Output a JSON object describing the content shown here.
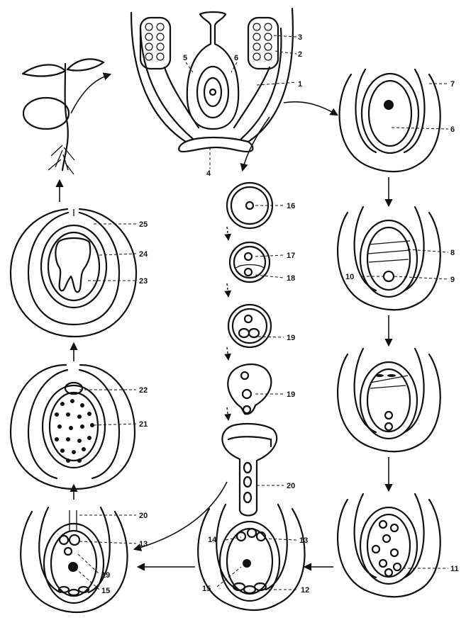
{
  "labels": {
    "l1": "1",
    "l2": "2",
    "l3": "3",
    "l4": "4",
    "l5": "5",
    "l6a": "6",
    "l6b": "6",
    "l7": "7",
    "l8": "8",
    "l9": "9",
    "l10": "10",
    "l11": "11",
    "l12": "12",
    "l13a": "13",
    "l13b": "13",
    "l14": "14",
    "l15a": "15",
    "l15b": "15",
    "l16": "16",
    "l17": "17",
    "l18": "18",
    "l19a": "19",
    "l19b": "19",
    "l19c": "19",
    "l20a": "20",
    "l20b": "20",
    "l21": "21",
    "l22": "22",
    "l23": "23",
    "l24": "24",
    "l25": "25"
  }
}
